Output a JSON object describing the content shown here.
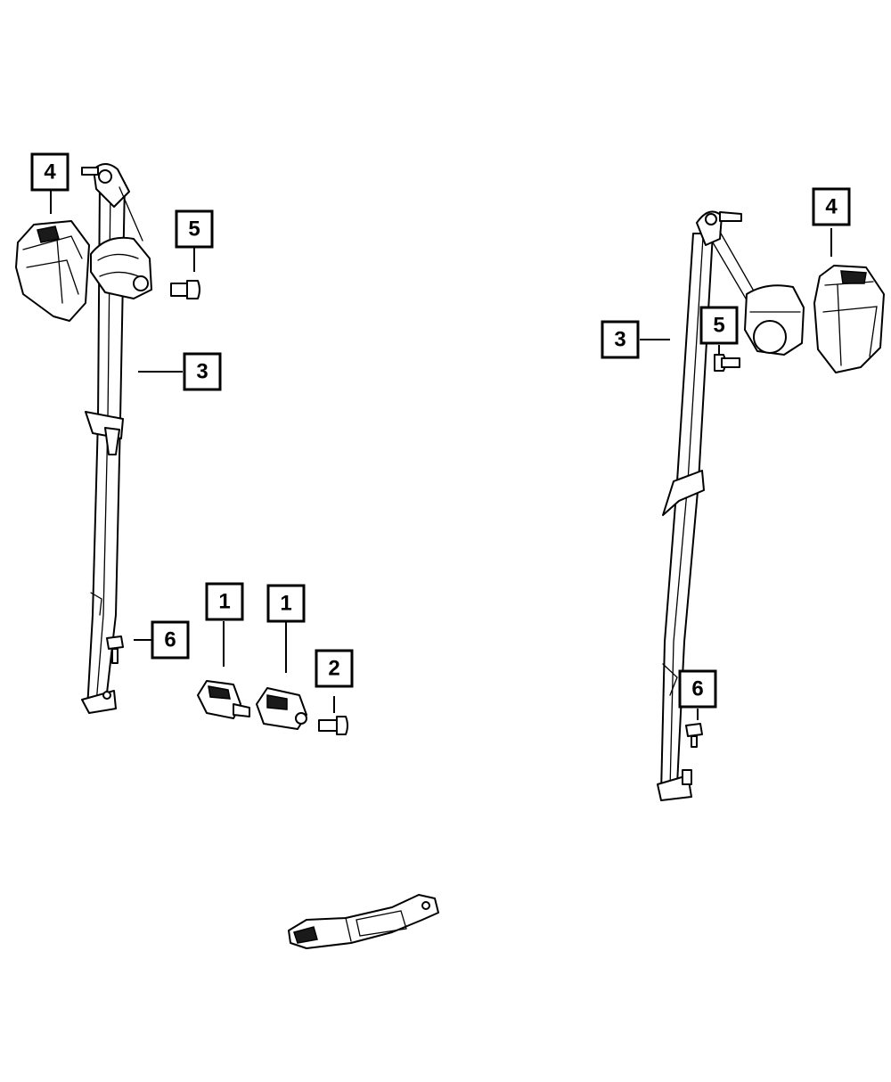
{
  "callouts": {
    "left_4": "4",
    "left_5": "5",
    "left_3": "3",
    "left_6": "6",
    "center_1a": "1",
    "center_1b": "1",
    "center_2": "2",
    "right_4": "4",
    "right_3": "3",
    "right_5": "5",
    "right_6": "6"
  },
  "colors": {
    "line": "#000000",
    "background": "#ffffff"
  }
}
